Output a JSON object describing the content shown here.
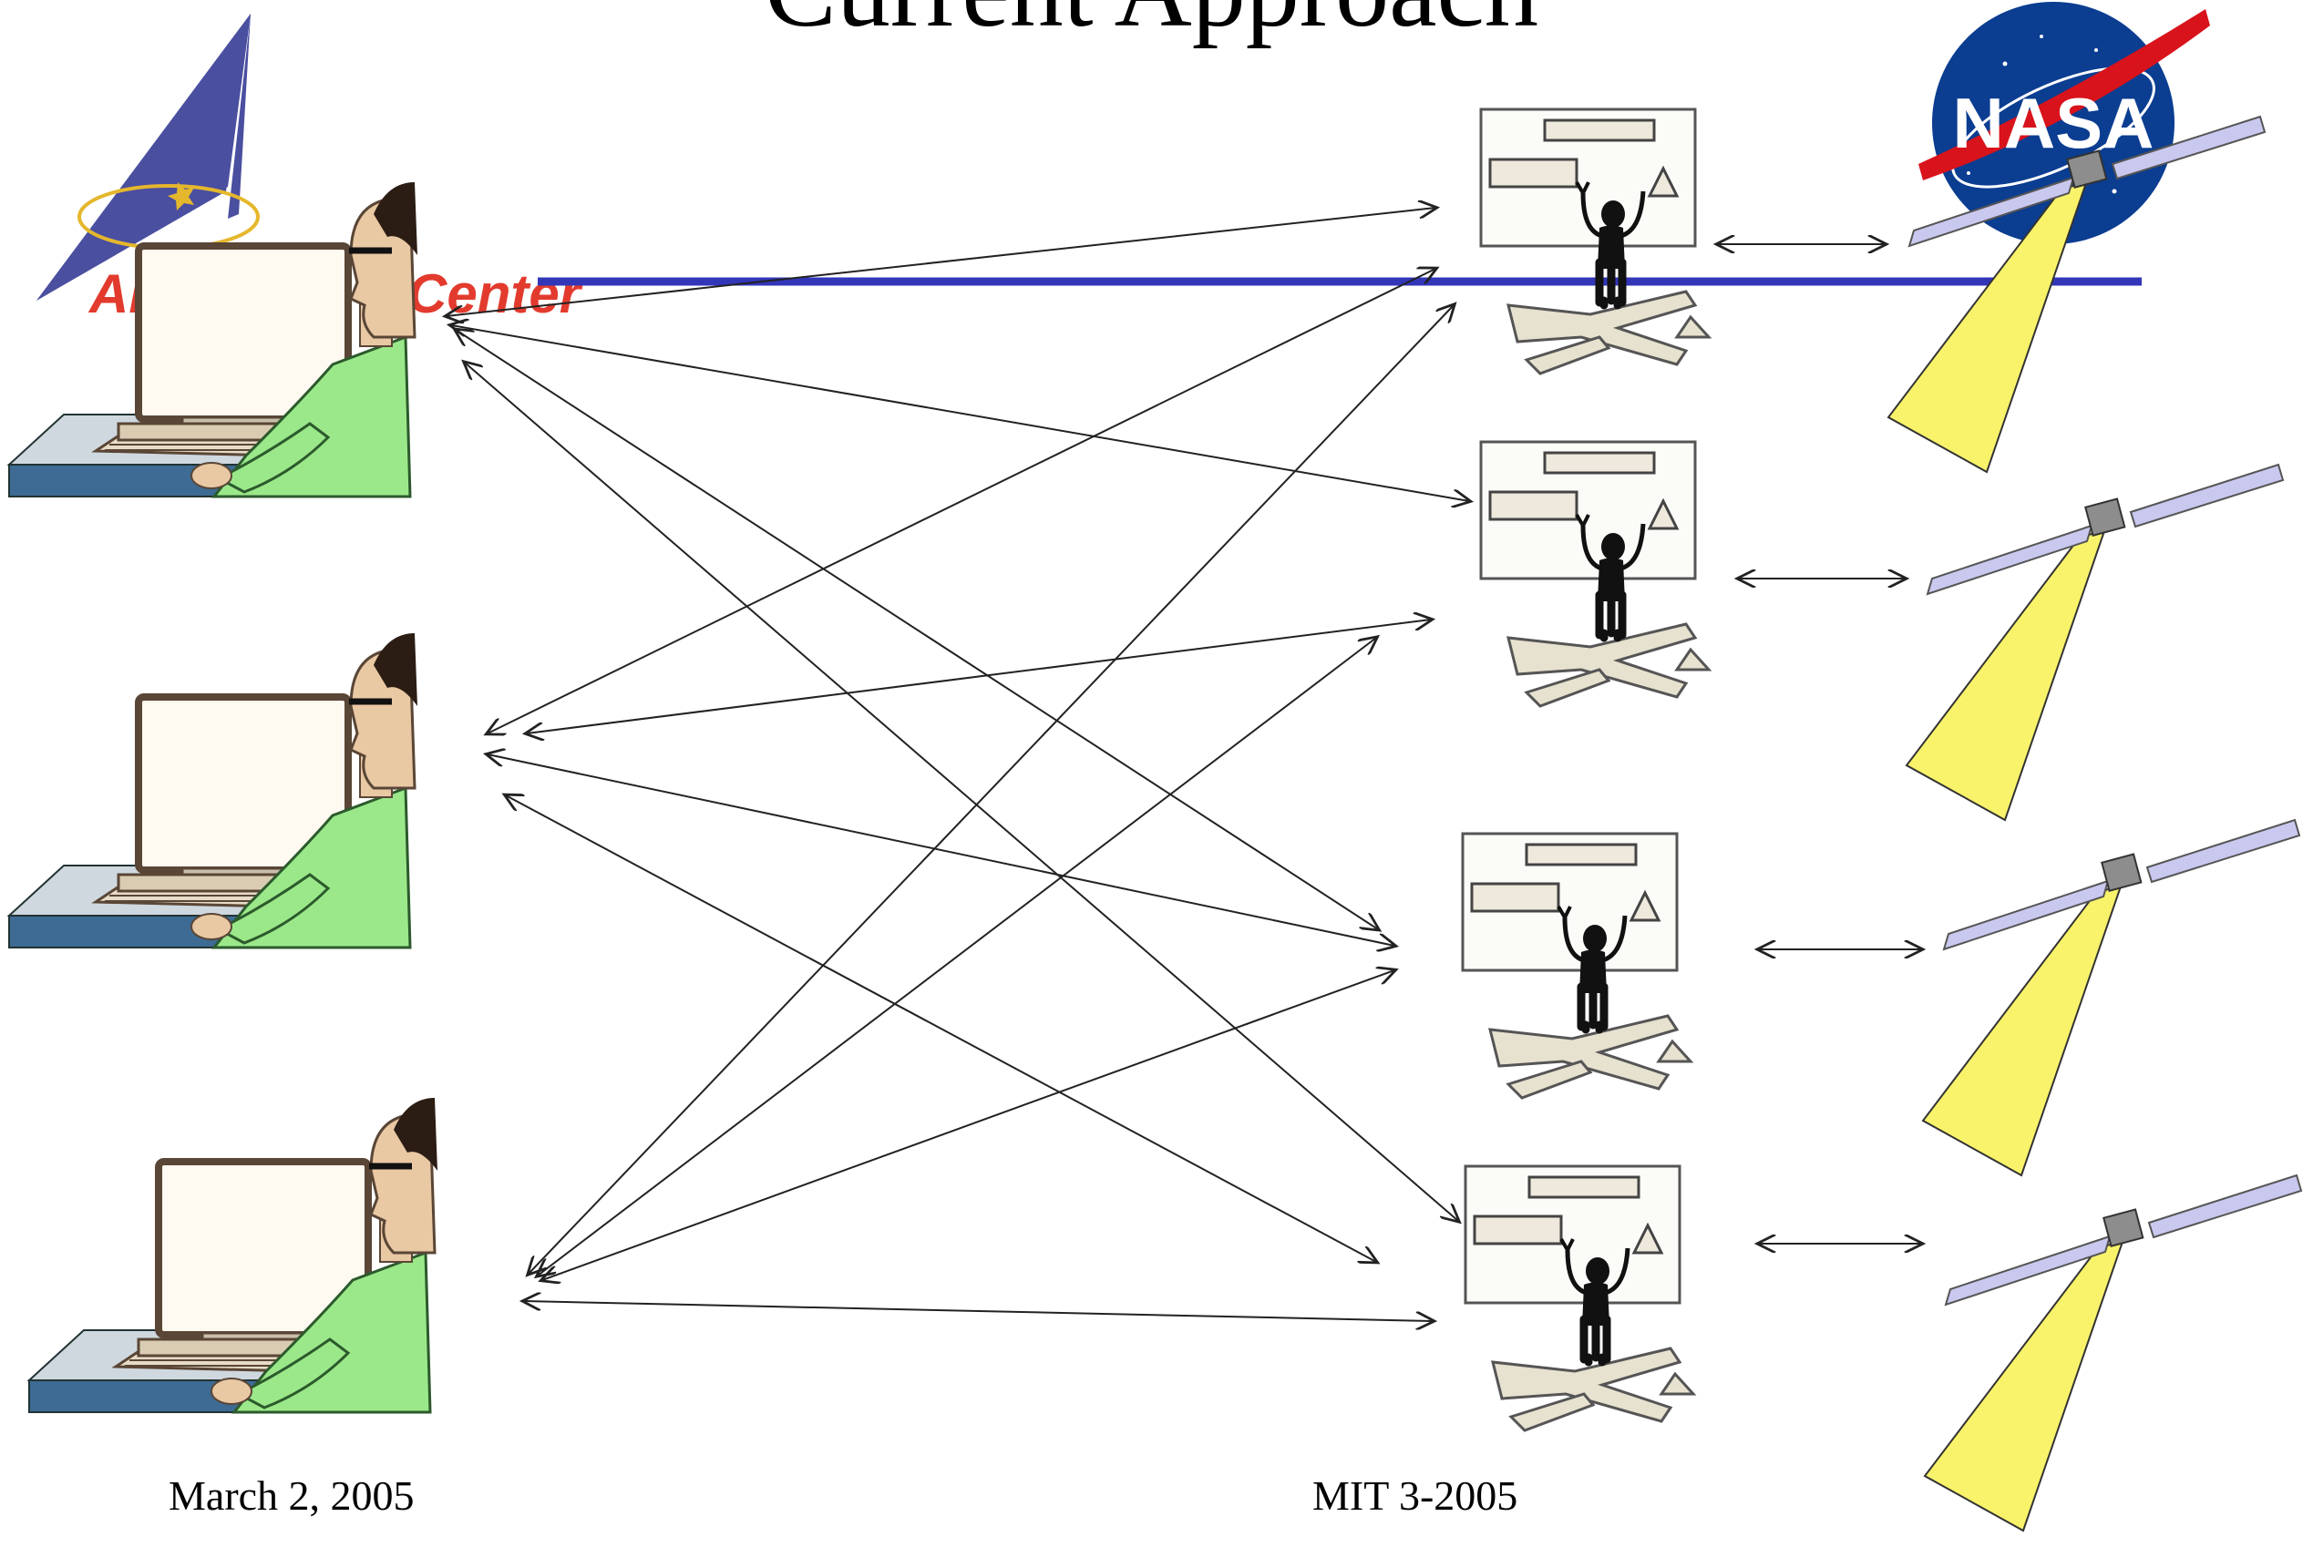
{
  "slide": {
    "title": "Current Approach",
    "footer_date": "March 2, 2005",
    "footer_source": "MIT 3-2005",
    "logo_left_text": "Center",
    "logo_left_text_partial": "Am",
    "logo_right_text": "NASA"
  },
  "diagram": {
    "workstations": [
      "workstation-1",
      "workstation-2",
      "workstation-3"
    ],
    "control_stations": [
      "control-station-1",
      "control-station-2",
      "control-station-3",
      "control-station-4"
    ],
    "satellites": [
      "satellite-1",
      "satellite-2",
      "satellite-3",
      "satellite-4"
    ],
    "connections": "every workstation is linked to every control station; each control station is linked to one satellite"
  },
  "colors": {
    "background": "#ffffff",
    "arrow": "#222222",
    "blue_line": "#3236b8",
    "beam_yellow": "#f9f36b",
    "solar_panel": "#c9c8ef",
    "shirt_green": "#9be88a",
    "desk_blue": "#3d6b94",
    "nasa_blue": "#0b3d91",
    "nasa_red": "#d8131b",
    "logo_red": "#e23b2e"
  }
}
